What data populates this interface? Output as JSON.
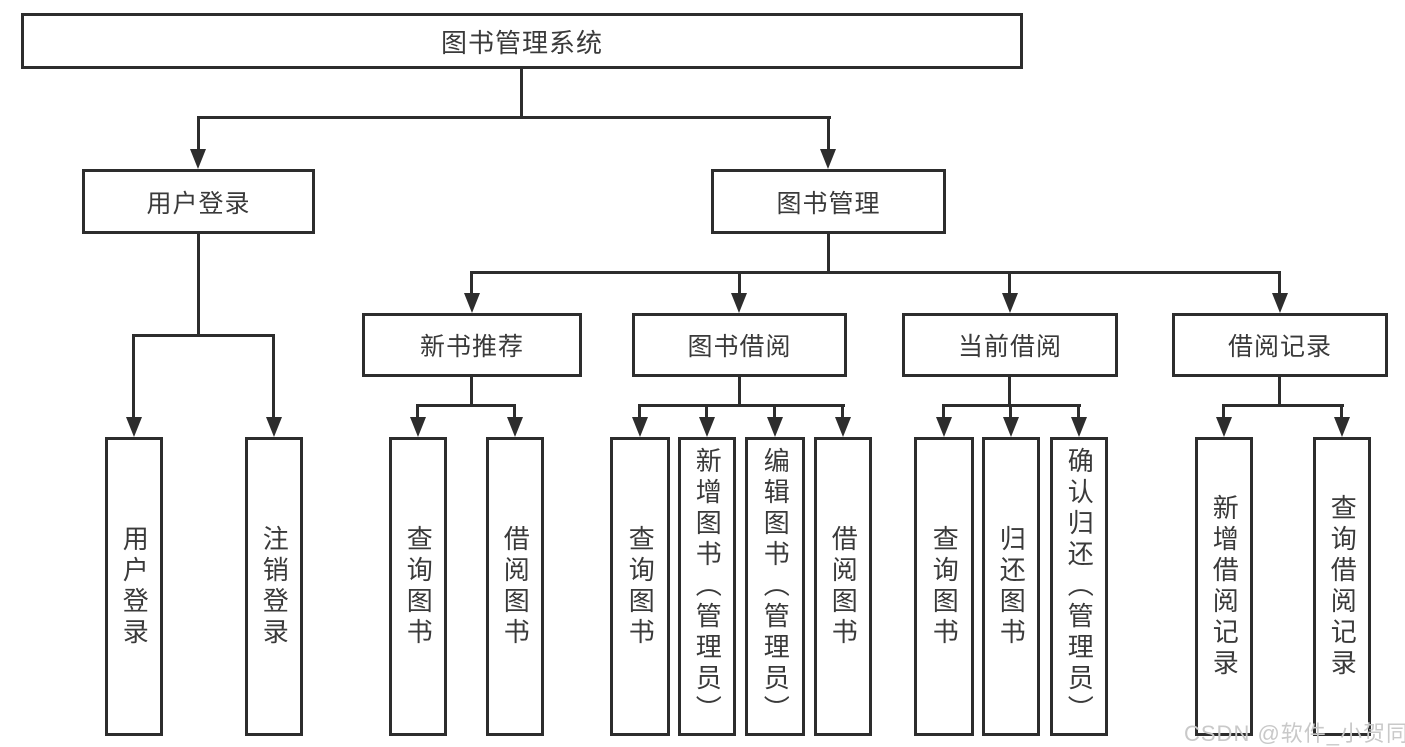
{
  "tree": {
    "root": {
      "label": "图书管理系统",
      "children": [
        {
          "label": "用户登录",
          "children": [
            {
              "label": "用户登录"
            },
            {
              "label": "注销登录"
            }
          ]
        },
        {
          "label": "图书管理",
          "children": [
            {
              "label": "新书推荐",
              "children": [
                {
                  "label": "查询图书"
                },
                {
                  "label": "借阅图书"
                }
              ]
            },
            {
              "label": "图书借阅",
              "children": [
                {
                  "label": "查询图书"
                },
                {
                  "label": "新增图书（管理员）"
                },
                {
                  "label": "编辑图书（管理员）"
                },
                {
                  "label": "借阅图书"
                }
              ]
            },
            {
              "label": "当前借阅",
              "children": [
                {
                  "label": "查询图书"
                },
                {
                  "label": "归还图书"
                },
                {
                  "label": "确认归还（管理员）"
                }
              ]
            },
            {
              "label": "借阅记录",
              "children": [
                {
                  "label": "新增借阅记录"
                },
                {
                  "label": "查询借阅记录"
                }
              ]
            }
          ]
        }
      ]
    }
  },
  "watermark": {
    "text": "CSDN @软件_小贺同学"
  },
  "colors": {
    "line": "#2d2d2d",
    "text": "#3a3a3a",
    "watermark": "#c9c9c9",
    "background": "#ffffff"
  }
}
